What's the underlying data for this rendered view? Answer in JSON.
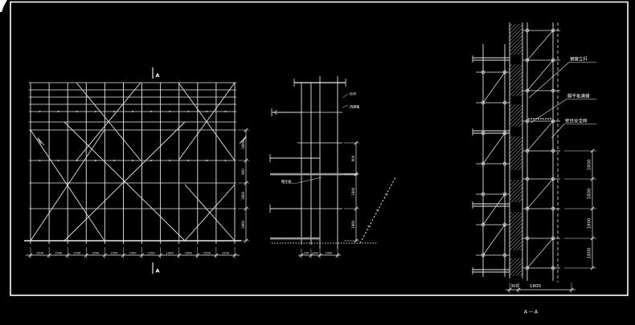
{
  "colors": {
    "background": "#000000",
    "line": "#e8e8e8",
    "slab": "#9a9a9a",
    "text": "#ffffff",
    "frame": "#ffffff"
  },
  "elevation": {
    "section_marker": "A",
    "bay_dims": [
      "1500",
      "1500",
      "1500",
      "1500",
      "1500",
      "1500",
      "1500",
      "1500",
      "1500",
      "1500",
      "1500"
    ],
    "lift_dims": [
      "1800",
      "900",
      "1800",
      "1800"
    ]
  },
  "section": {
    "labels": {
      "guardrail": "栏杆",
      "toeboard": "挡脚板",
      "plank": "脚手板"
    },
    "lift_dims": [
      "900",
      "1800",
      "1800"
    ],
    "base_dims": [
      "100",
      "300",
      "1050"
    ]
  },
  "detail": {
    "annotations": [
      {
        "label": "钢管立杆"
      },
      {
        "label": "脚手板满铺"
      },
      {
        "label": "密目安全网"
      }
    ],
    "lift_dims": [
      "1800",
      "1800",
      "1800",
      "1800"
    ],
    "base_dims": [
      "300",
      "1800"
    ],
    "section_title": "A—A"
  }
}
